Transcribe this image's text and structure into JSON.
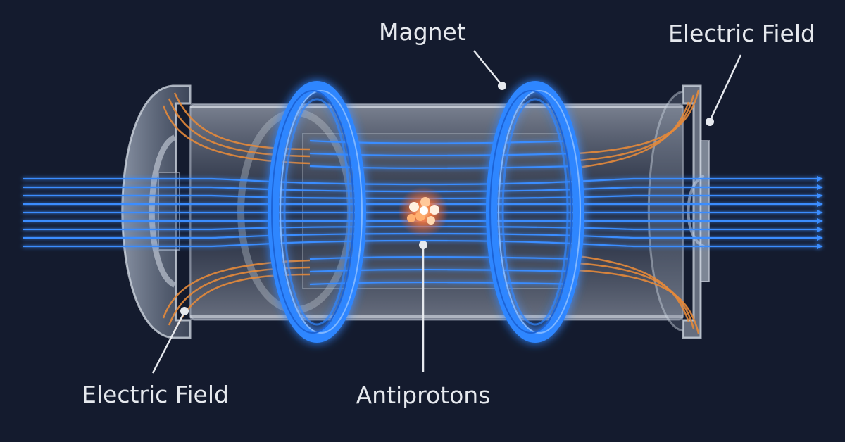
{
  "diagram": {
    "labels": {
      "magnet": "Magnet",
      "electric_field_top_right": "Electric Field",
      "electric_field_bottom_left": "Electric Field",
      "antiprotons": "Antiprotons"
    },
    "colors": {
      "background": "#141b2e",
      "beam": "#3a8dff",
      "coil": "#2f86ff",
      "coil_glow": "#1f6bff",
      "field_lines": "#e58a3a",
      "particle": "#ff7a3a",
      "trap_body": "#aab3c2",
      "label_text": "#e6e9ee"
    },
    "icons": {
      "particle_cluster": "antiproton-cluster-icon",
      "beam_arrow": "arrow-right-icon"
    }
  }
}
